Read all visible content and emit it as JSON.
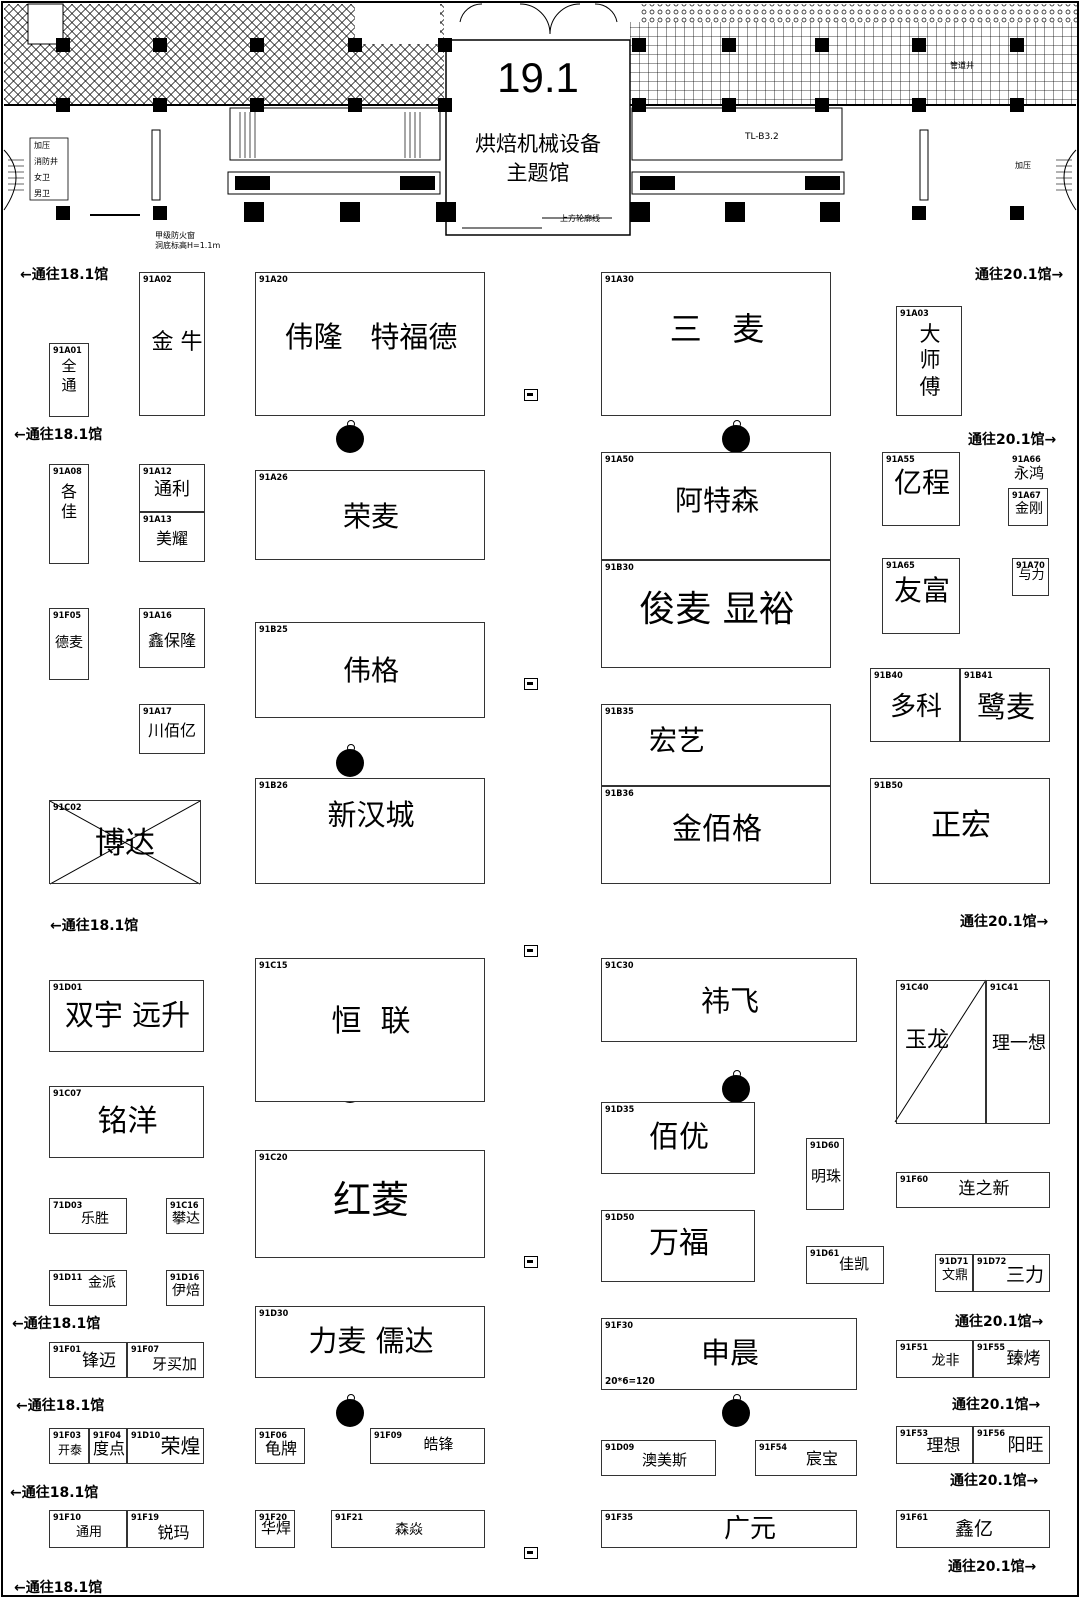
{
  "hall": {
    "number": "19.1",
    "subtitle": "烘焙机械设备\n主题馆",
    "zone_label": "TL-B3.2",
    "rail_label": "上方轮廓线",
    "fire_note": "甲级防火窗",
    "fire_note2": "洞底标高H=1.1m",
    "stair_labels": [
      "加压",
      "消防井",
      "女卫",
      "男卫",
      "管道井",
      "加压"
    ]
  },
  "directions": [
    "←通往18.1馆",
    "通往20.1馆→",
    "←通往18.1馆",
    "通往20.1馆→",
    "←通往18.1馆",
    "通往20.1馆→",
    "←通往18.1馆",
    "通往20.1馆→",
    "←通往18.1馆",
    "通往20.1馆→",
    "←通往18.1馆",
    "通往20.1馆→",
    "←通往18.1馆",
    "通往20.1馆→"
  ],
  "booths": [
    {
      "code": "91A02",
      "name": "金 牛"
    },
    {
      "code": "91A01",
      "name": "全\n通"
    },
    {
      "code": "91A20",
      "name": "伟隆   特福德"
    },
    {
      "code": "91A30",
      "name": "三   麦"
    },
    {
      "code": "91A03",
      "name": "大\n师\n傅"
    },
    {
      "code": "91A08",
      "name": "各\n佳"
    },
    {
      "code": "91A12",
      "name": "通利"
    },
    {
      "code": "91A13",
      "name": "美耀"
    },
    {
      "code": "91A26",
      "name": "荣麦"
    },
    {
      "code": "91A50",
      "name": "阿特森"
    },
    {
      "code": "91A55",
      "name": "亿程"
    },
    {
      "code": "91A66",
      "name": "永鸿"
    },
    {
      "code": "91A67",
      "name": "金刚"
    },
    {
      "code": "91B30",
      "name": "俊麦 显裕"
    },
    {
      "code": "91A65",
      "name": "友富"
    },
    {
      "code": "91A70",
      "name": "与力"
    },
    {
      "code": "91F05",
      "name": "德麦"
    },
    {
      "code": "91A16",
      "name": "鑫保隆"
    },
    {
      "code": "91B25",
      "name": "伟格"
    },
    {
      "code": "91B40",
      "name": "多科"
    },
    {
      "code": "91B41",
      "name": "鹭麦"
    },
    {
      "code": "91A17",
      "name": "川佰亿"
    },
    {
      "code": "91B35",
      "name": "宏艺"
    },
    {
      "code": "91B36",
      "name": "金佰格"
    },
    {
      "code": "91B26",
      "name": "新汉城"
    },
    {
      "code": "91C02",
      "name": "博达"
    },
    {
      "code": "91B50",
      "name": "正宏"
    },
    {
      "code": "91C15",
      "name": "恒  联"
    },
    {
      "code": "91C30",
      "name": "祎飞"
    },
    {
      "code": "91D01",
      "name": "双宇 远升"
    },
    {
      "code": "91C40",
      "name": "玉龙"
    },
    {
      "code": "91C41",
      "name": "理一想"
    },
    {
      "code": "91C07",
      "name": "铭洋"
    },
    {
      "code": "91D35",
      "name": "佰优"
    },
    {
      "code": "91D60",
      "name": "明珠"
    },
    {
      "code": "91C20",
      "name": "红菱"
    },
    {
      "code": "91F60",
      "name": "连之新"
    },
    {
      "code": "71D03",
      "name": "乐胜"
    },
    {
      "code": "91C16",
      "name": "攀达"
    },
    {
      "code": "91D50",
      "name": "万福"
    },
    {
      "code": "91D61",
      "name": "佳凯"
    },
    {
      "code": "91D11",
      "name": "金派"
    },
    {
      "code": "91D16",
      "name": "伊焙"
    },
    {
      "code": "91D71",
      "name": "文鼎"
    },
    {
      "code": "91D72",
      "name": "三力"
    },
    {
      "code": "91D30",
      "name": "力麦 儒达"
    },
    {
      "code": "91F30",
      "name": "申晨"
    },
    {
      "code": "91F01",
      "name": "锋迈"
    },
    {
      "code": "91F07",
      "name": "牙买加"
    },
    {
      "code": "91F51",
      "name": "龙非"
    },
    {
      "code": "91F55",
      "name": "臻烤"
    },
    {
      "code": "91F03",
      "name": "开泰"
    },
    {
      "code": "91F04",
      "name": "度点"
    },
    {
      "code": "91D10",
      "name": "荣煌"
    },
    {
      "code": "91F06",
      "name": "龟牌"
    },
    {
      "code": "91F09",
      "name": "皓锋"
    },
    {
      "code": "91D09",
      "name": "澳美斯"
    },
    {
      "code": "91F54",
      "name": "宸宝"
    },
    {
      "code": "91F53",
      "name": "理想"
    },
    {
      "code": "91F56",
      "name": "阳旺"
    },
    {
      "code": "91F10",
      "name": "通用"
    },
    {
      "code": "91F19",
      "name": "锐玛"
    },
    {
      "code": "91F20",
      "name": "华焊"
    },
    {
      "code": "91F21",
      "name": "森焱"
    },
    {
      "code": "91F35",
      "name": "广元"
    },
    {
      "code": "91F61",
      "name": "鑫亿"
    }
  ],
  "notes": {
    "f30_area": "20*6=120"
  }
}
